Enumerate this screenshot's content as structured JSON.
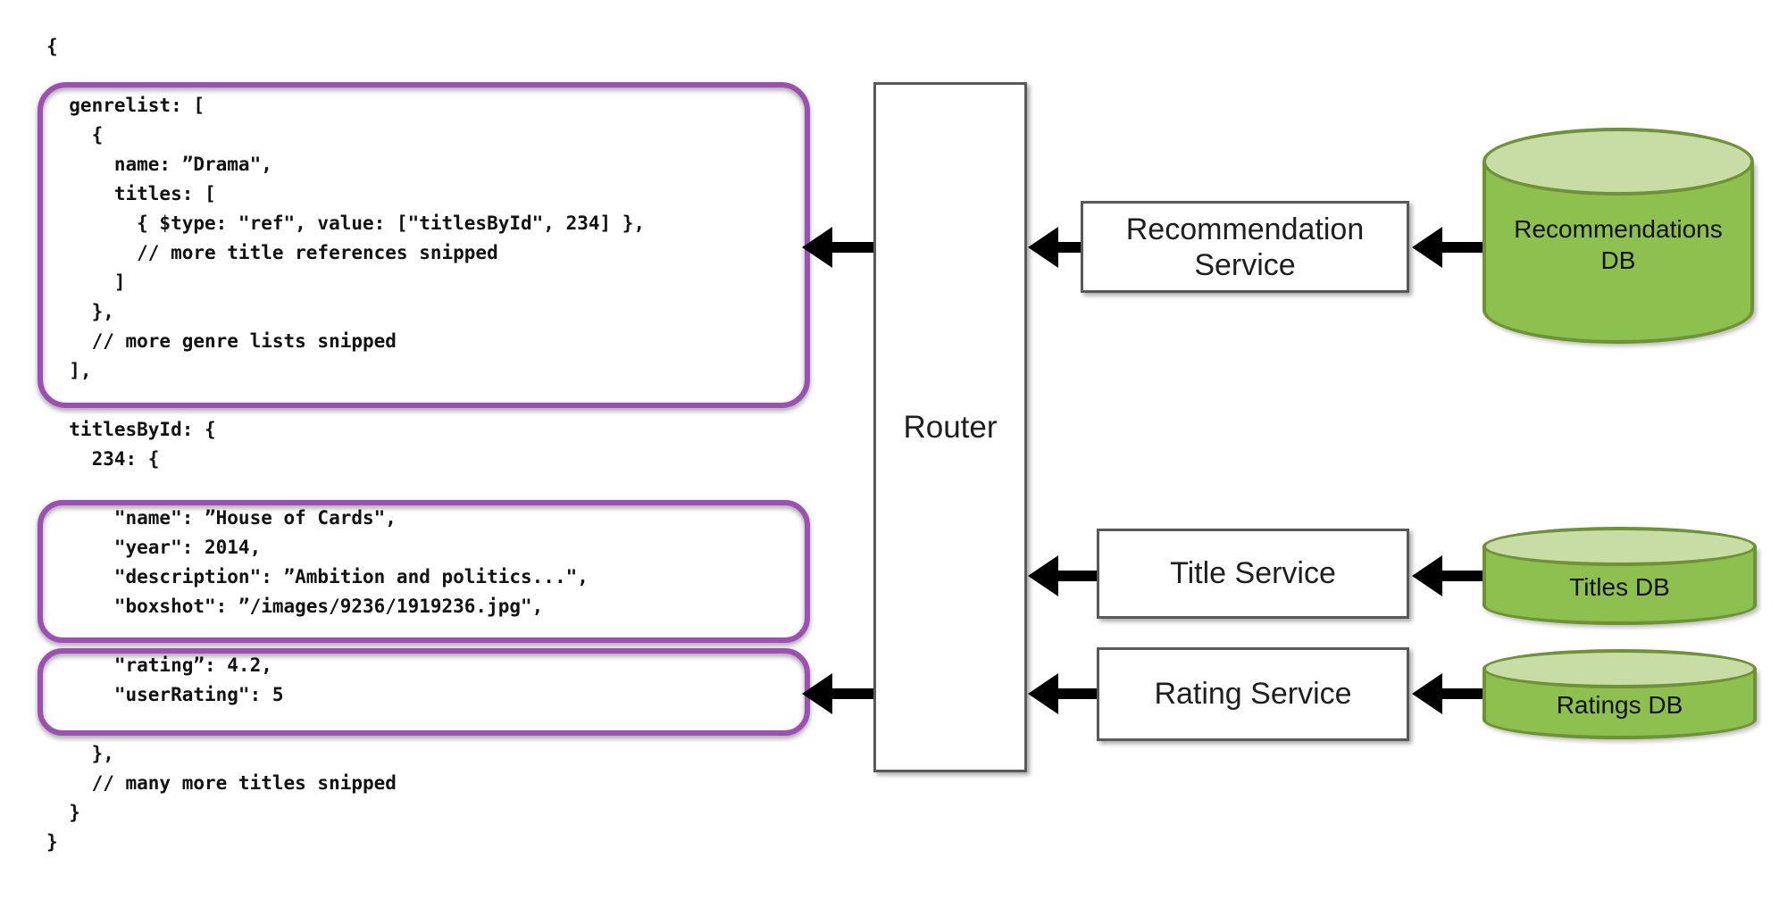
{
  "colors": {
    "purple": "#9C50B2",
    "box-border": "#58595b",
    "arrow": "#000000",
    "db-body": "#8DC04F",
    "db-top": "#C8DDA6",
    "db-stroke": "#6D9334",
    "code-text": "#121212",
    "background": "#FFFFFF"
  },
  "code": {
    "lines": [
      "{",
      "",
      "  genrelist: [",
      "    {",
      "      name: ”Drama\",",
      "      titles: [",
      "        { $type: \"ref\", value: [\"titlesById\", 234] },",
      "        // more title references snipped",
      "      ]",
      "    },",
      "    // more genre lists snipped",
      "  ],",
      "",
      "  titlesById: {",
      "    234: {",
      "",
      "      \"name\": ”House of Cards\",",
      "      \"year\": 2014,",
      "      \"description\": ”Ambition and politics...\",",
      "      \"boxshot\": ”/images/9236/1919236.jpg\",",
      "",
      "      \"rating”: 4.2,",
      "      \"userRating\": 5",
      "",
      "    },",
      "    // many more titles snipped",
      "  }",
      "}"
    ]
  },
  "router": {
    "label": "Router"
  },
  "services": [
    {
      "lines": [
        "Recommendation",
        "Service"
      ]
    },
    {
      "lines": [
        "Title Service"
      ]
    },
    {
      "lines": [
        "Rating Service"
      ]
    }
  ],
  "databases": [
    {
      "lines": [
        "Recommendations",
        "DB"
      ]
    },
    {
      "lines": [
        "Titles DB"
      ]
    },
    {
      "lines": [
        "Ratings DB"
      ]
    }
  ]
}
